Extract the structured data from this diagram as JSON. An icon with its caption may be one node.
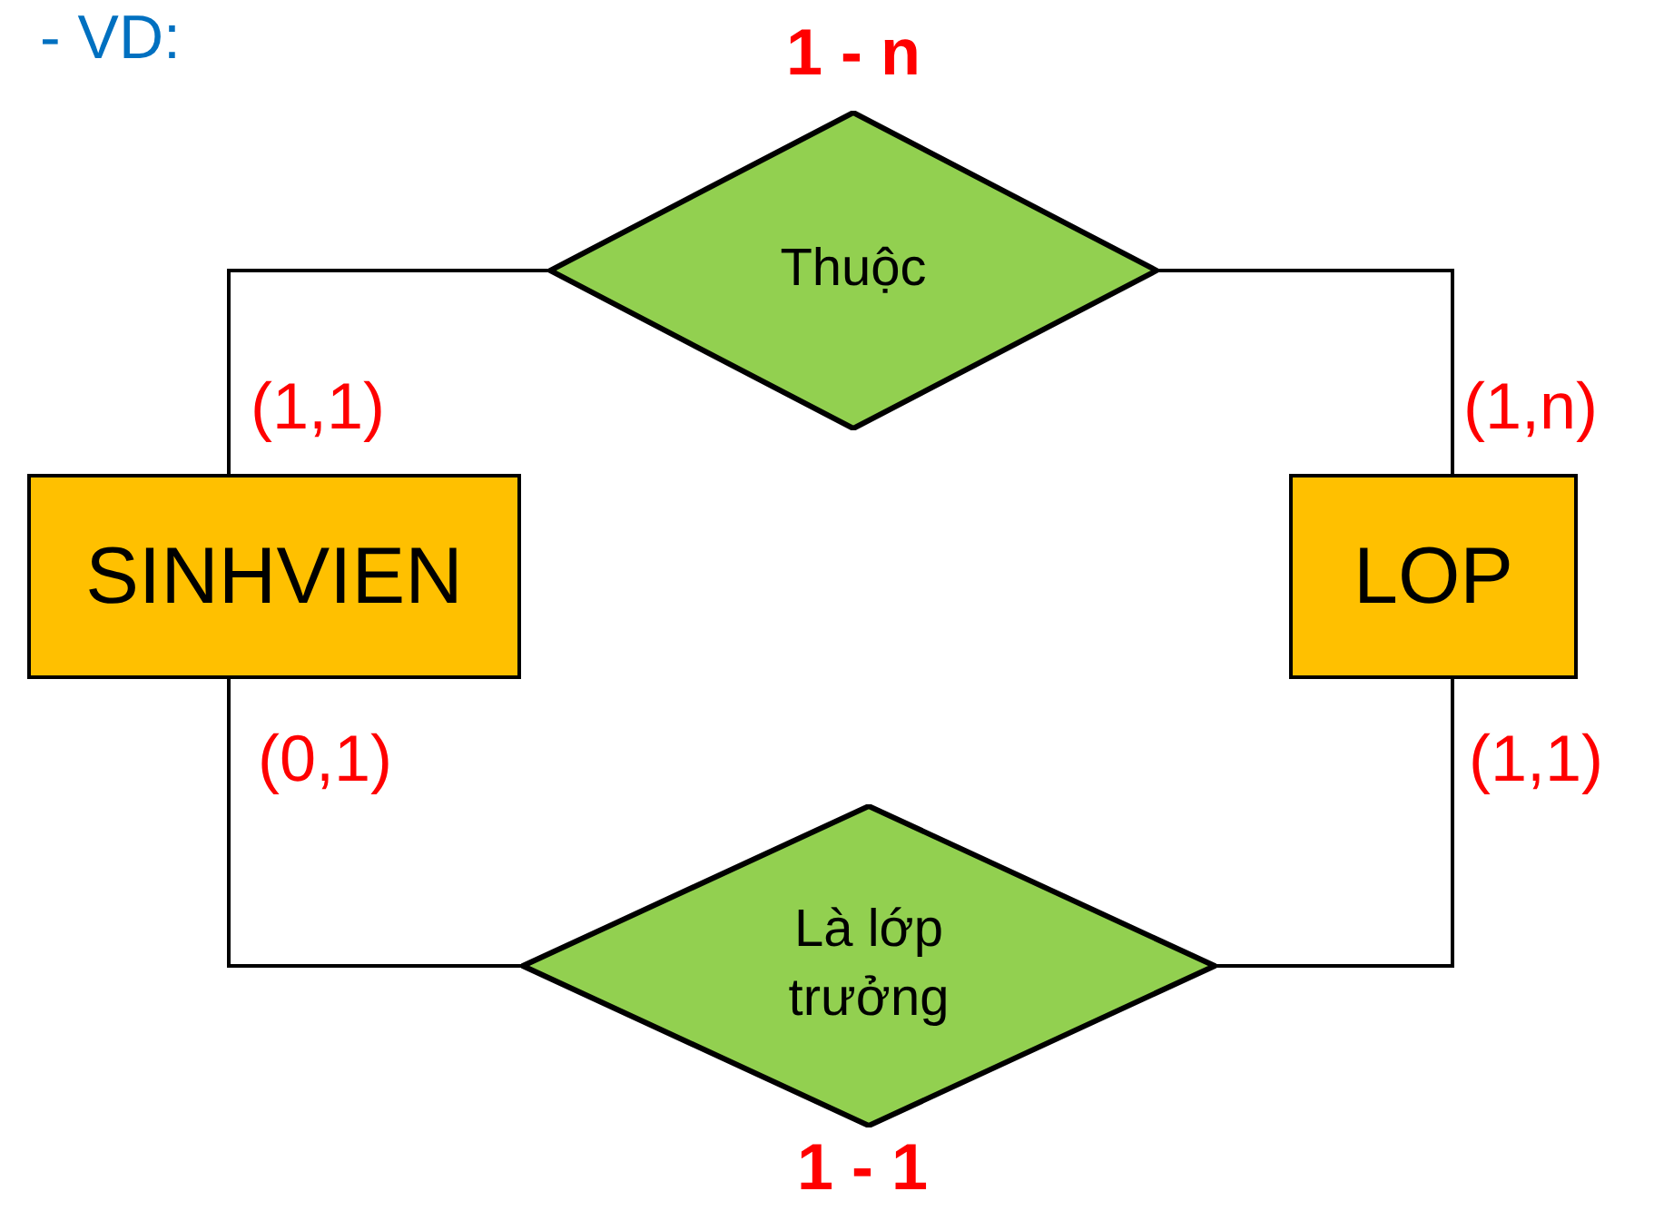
{
  "diagram": {
    "nodes": [
      {
        "text": [
          "SINHVIEN"
        ]
      },
      {
        "text": [
          "LOP"
        ]
      },
      {
        "text": [
          "Thuộc"
        ],
        "beside": [
          "1 - n"
        ]
      },
      {
        "text": [
          "Là lớp trưởng"
        ],
        "beside": [
          "1 - 1"
        ]
      }
    ],
    "edges": [
      {
        "from": 0,
        "to": 2,
        "arrow": "none",
        "label": "(1,1)"
      },
      {
        "from": 2,
        "to": 1,
        "arrow": "none",
        "label": "(1,n)"
      },
      {
        "from": 0,
        "to": 3,
        "arrow": "none",
        "label": "(0,1)"
      },
      {
        "from": 3,
        "to": 1,
        "arrow": "none",
        "label": "(1,1)"
      }
    ],
    "labels": [
      "- VD:"
    ]
  }
}
